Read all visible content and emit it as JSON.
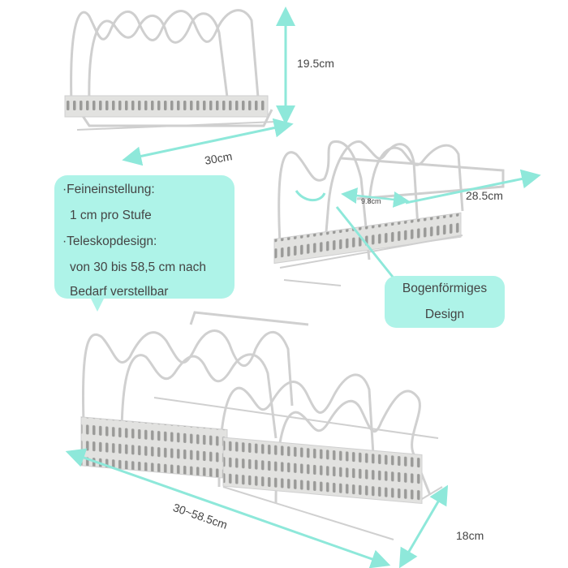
{
  "dimensions": {
    "top_height": "19.5cm",
    "top_width": "30cm",
    "middle_depth": "28.5cm",
    "middle_spacing": "9.8cm",
    "bottom_length": "30~58.5cm",
    "bottom_depth": "18cm"
  },
  "callout_left": {
    "line1": "·Feineinstellung:",
    "line2": "1 cm pro Stufe",
    "line3": "·Teleskopdesign:",
    "line4": "von 30 bis 58,5 cm nach",
    "line5": "Bedarf verstellbar"
  },
  "callout_right": {
    "line1": "Bogenförmiges",
    "line2": "Design"
  },
  "colors": {
    "mint": "#aef3e8",
    "arrow": "#8ee8da",
    "wire": "#cfcfcf",
    "text": "#444444"
  }
}
